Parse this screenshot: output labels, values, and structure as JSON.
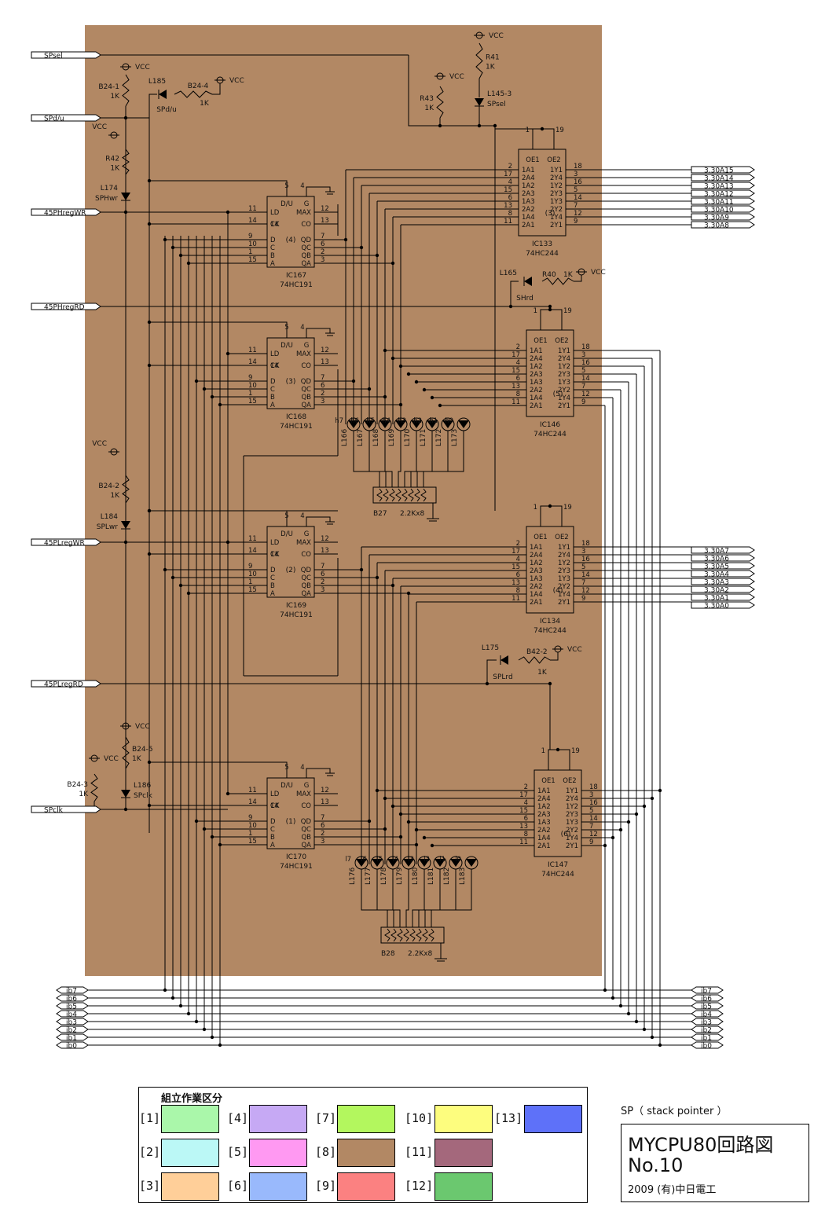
{
  "colors": {
    "board": "#b28864",
    "wire": "#000000",
    "swatches": {
      "1": "#aaf7aa",
      "2": "#bbf8f6",
      "3": "#ffcf99",
      "4": "#c6a9f4",
      "5": "#ff99f2",
      "6": "#99b9fc",
      "7": "#b3f75e",
      "8": "#b28864",
      "9": "#fb8181",
      "10": "#fdfd7e",
      "11": "#a4687c",
      "12": "#6bc86f",
      "13": "#5e71f9"
    }
  },
  "diagram": {
    "input_ports": [
      "SPsel",
      "SPd/u",
      "45PHregWR",
      "45PHregRD",
      "45PLregWR",
      "45PLregRD",
      "SPclk"
    ],
    "output_ports_high": [
      "3,30A15",
      "3,30A14",
      "3,30A13",
      "3,30A12",
      "3,30A11",
      "3,30A10",
      "3,30A9",
      "3,30A8"
    ],
    "output_ports_low": [
      "3,30A7",
      "3,30A6",
      "3,30A5",
      "3,30A4",
      "3,30A3",
      "3,30A2",
      "3,30A1",
      "3,30A0"
    ],
    "bus": [
      "ib7",
      "ib6",
      "ib5",
      "ib4",
      "ib3",
      "ib2",
      "ib1",
      "ib0"
    ],
    "vcc_label": "VCC",
    "resistors": [
      {
        "ref": "B24-1",
        "value": "1K"
      },
      {
        "ref": "B24-4",
        "value": "1K"
      },
      {
        "ref": "R42",
        "value": "1K"
      },
      {
        "ref": "R41",
        "value": "1K"
      },
      {
        "ref": "R43",
        "value": "1K"
      },
      {
        "ref": "R40",
        "value": "1K"
      },
      {
        "ref": "B24-2",
        "value": "1K"
      },
      {
        "ref": "B42-2",
        "value": "1K"
      },
      {
        "ref": "B24-5",
        "value": "1K"
      },
      {
        "ref": "B24-3",
        "value": "1K"
      }
    ],
    "leds": [
      {
        "ref": "L185",
        "label": "SPd/u"
      },
      {
        "ref": "L174",
        "label": "SPHwr"
      },
      {
        "ref": "L145-3",
        "label": "SPsel"
      },
      {
        "ref": "L165",
        "label": "SHrd"
      },
      {
        "ref": "L184",
        "label": "SPLwr"
      },
      {
        "ref": "L175",
        "label": "SPLrd"
      },
      {
        "ref": "L186",
        "label": "SPclk"
      }
    ],
    "counter_pins_left": [
      "LD",
      "CK",
      "D",
      "C",
      "B",
      "A"
    ],
    "counter_pins_right": [
      "MAX",
      "CO",
      "QD",
      "QC",
      "QB",
      "QA"
    ],
    "counter_pin_nums_left": [
      "11",
      "14",
      "9",
      "10",
      "1",
      "15"
    ],
    "counter_pin_nums_right": [
      "12",
      "13",
      "7",
      "6",
      "2",
      "3"
    ],
    "counter_top": [
      "D/U",
      "G"
    ],
    "counter_top_nums": [
      "5",
      "4"
    ],
    "counters": [
      {
        "ref": "IC167",
        "type": "74HC191",
        "unit": "(4)"
      },
      {
        "ref": "IC168",
        "type": "74HC191",
        "unit": "(3)"
      },
      {
        "ref": "IC169",
        "type": "74HC191",
        "unit": "(2)"
      },
      {
        "ref": "IC170",
        "type": "74HC191",
        "unit": "(1)"
      }
    ],
    "buffer_pins_left": [
      "1A1",
      "2A4",
      "1A2",
      "2A3",
      "1A3",
      "2A2",
      "1A4",
      "2A1"
    ],
    "buffer_pins_right": [
      "1Y1",
      "2Y4",
      "1Y2",
      "2Y3",
      "1Y3",
      "2Y2",
      "1Y4",
      "2Y1"
    ],
    "buffer_pin_nums_left": [
      "2",
      "17",
      "4",
      "15",
      "6",
      "13",
      "8",
      "11"
    ],
    "buffer_pin_nums_right": [
      "18",
      "3",
      "16",
      "5",
      "14",
      "7",
      "12",
      "9"
    ],
    "buffer_top": [
      "OE1",
      "OE2"
    ],
    "buffer_top_nums": [
      "1",
      "19"
    ],
    "buffers": [
      {
        "ref": "IC133",
        "type": "74HC244",
        "unit": "(3)"
      },
      {
        "ref": "IC146",
        "type": "74HC244",
        "unit": "(5)"
      },
      {
        "ref": "IC134",
        "type": "74HC244",
        "unit": "(4)"
      },
      {
        "ref": "IC147",
        "type": "74HC244",
        "unit": "(6)"
      }
    ],
    "led_arrays": [
      {
        "refs": [
          "L166",
          "L167",
          "L168",
          "L169",
          "L170",
          "L171",
          "L172",
          "L173"
        ],
        "tags": [
          "h7",
          "h6",
          "h5",
          "h4",
          "h3",
          "h2",
          "h1",
          "h0"
        ],
        "rnet": "B27",
        "rnet_value": "2.2Kx8"
      },
      {
        "refs": [
          "L176",
          "L177",
          "L178",
          "L179",
          "L180",
          "L181",
          "L182",
          "L183"
        ],
        "tags": [
          "l7",
          "l6",
          "l5",
          "l4",
          "l3",
          "l2",
          "l1",
          "l0"
        ],
        "rnet": "B28",
        "rnet_value": "2.2Kx8"
      }
    ]
  },
  "legend": {
    "title": "組立作業区分",
    "items": [
      {
        "num": "[1]",
        "key": "1"
      },
      {
        "num": "[2]",
        "key": "2"
      },
      {
        "num": "[3]",
        "key": "3"
      },
      {
        "num": "[4]",
        "key": "4"
      },
      {
        "num": "[5]",
        "key": "5"
      },
      {
        "num": "[6]",
        "key": "6"
      },
      {
        "num": "[7]",
        "key": "7"
      },
      {
        "num": "[8]",
        "key": "8"
      },
      {
        "num": "[9]",
        "key": "9"
      },
      {
        "num": "[10]",
        "key": "10"
      },
      {
        "num": "[11]",
        "key": "11"
      },
      {
        "num": "[12]",
        "key": "12"
      },
      {
        "num": "[13]",
        "key": "13"
      }
    ]
  },
  "title_block": {
    "subtitle": "SP（ stack pointer ）",
    "main": "MYCPU80回路図",
    "number": "No.10",
    "company": "2009 (有)中日電工"
  }
}
